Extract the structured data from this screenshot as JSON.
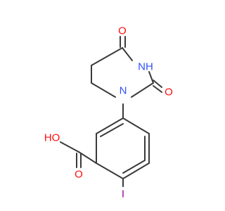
{
  "colors": {
    "bond": "#3a3a3a",
    "oxygen": "#ff0d0d",
    "nitrogen": "#3050f8",
    "iodine": "#940094"
  },
  "atoms": {
    "o_top": "O",
    "nh": "NH",
    "o_right": "O",
    "n_ring": "N",
    "oh": "HO",
    "o_acid": "O",
    "iodine": "I"
  }
}
